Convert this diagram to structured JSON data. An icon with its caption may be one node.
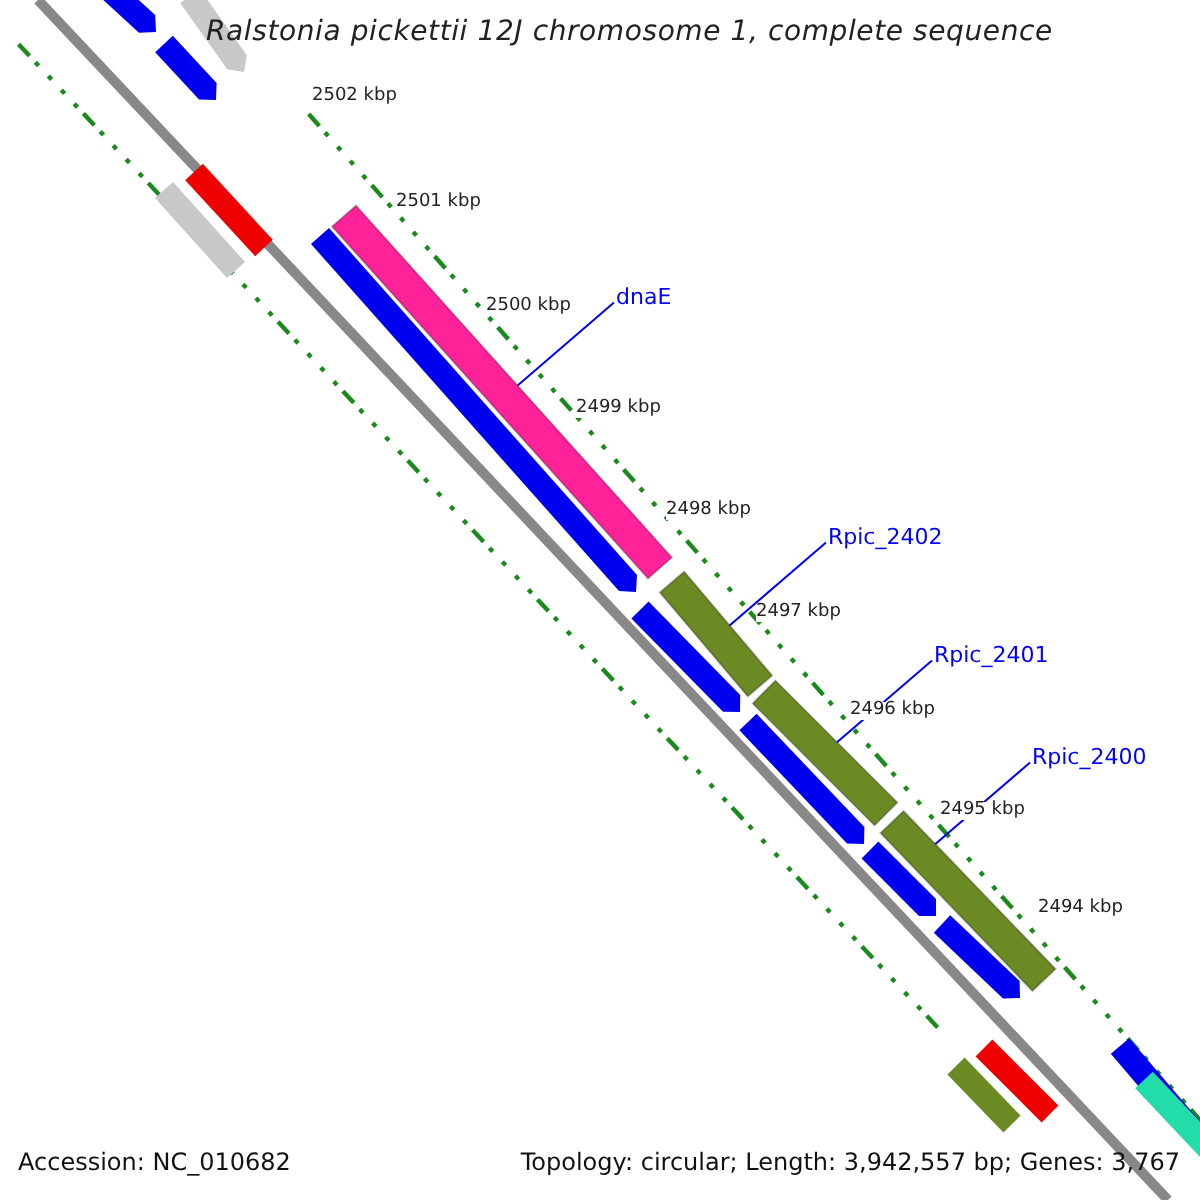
{
  "diagram": {
    "title": "Ralstonia pickettii 12J chromosome 1, complete sequence",
    "nodes": [
      {
        "text": [
          "dnaE"
        ]
      },
      {
        "text": [],
        "shape": "bar"
      },
      {
        "text": [
          "Rpic_2402"
        ]
      },
      {
        "text": [],
        "shape": "bar"
      },
      {
        "text": [
          "Rpic_2401"
        ]
      },
      {
        "text": [],
        "shape": "bar"
      },
      {
        "text": [
          "Rpic_2400"
        ]
      },
      {
        "text": [],
        "shape": "bar"
      }
    ],
    "edges": [
      {
        "from": 0,
        "to": 1,
        "arrow": "none"
      },
      {
        "from": 2,
        "to": 3,
        "arrow": "none"
      },
      {
        "from": 4,
        "to": 5,
        "arrow": "none"
      },
      {
        "from": 6,
        "to": 7,
        "arrow": "none"
      }
    ],
    "labels": [
      "2502 kbp",
      "2501 kbp",
      "2500 kbp",
      "2499 kbp",
      "2498 kbp",
      "2497 kbp",
      "2496 kbp",
      "2495 kbp",
      "2494 kbp",
      "Accession: NC_010682",
      "Topology: circular; Length: 3,942,557 bp; Genes: 3,767"
    ]
  }
}
